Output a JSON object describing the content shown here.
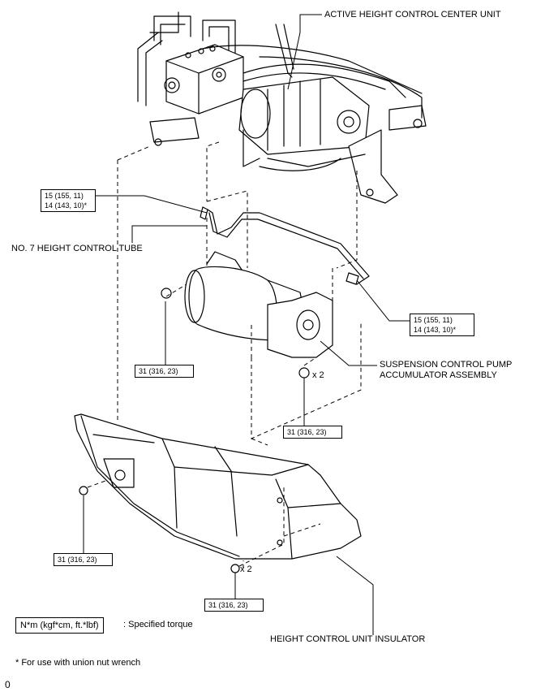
{
  "labels": {
    "center_unit": "ACTIVE HEIGHT CONTROL CENTER UNIT",
    "tube": "NO. 7 HEIGHT CONTROL TUBE",
    "pump_line1": "SUSPENSION CONTROL PUMP",
    "pump_line2": "ACCUMULATOR ASSEMBLY",
    "insulator": "HEIGHT CONTROL UNIT INSULATOR"
  },
  "torques": {
    "tube_upper": {
      "line1": "15 (155, 11)",
      "line2": "14 (143, 10)*"
    },
    "tube_lower": {
      "line1": "15 (155, 11)",
      "line2": "14 (143, 10)*"
    },
    "nut_left": "31 (316, 23)",
    "nut_center": "31 (316, 23)",
    "bolt_left": "31 (316, 23)",
    "bolt_bottom": "31 (316, 23)"
  },
  "multipliers": {
    "nut_center": "x 2",
    "bolt_bottom": "x 2"
  },
  "legend": {
    "units": "N*m (kgf*cm, ft.*lbf)",
    "desc": ": Specified torque"
  },
  "footnote": "* For use with union nut wrench",
  "corner_mark": "0"
}
